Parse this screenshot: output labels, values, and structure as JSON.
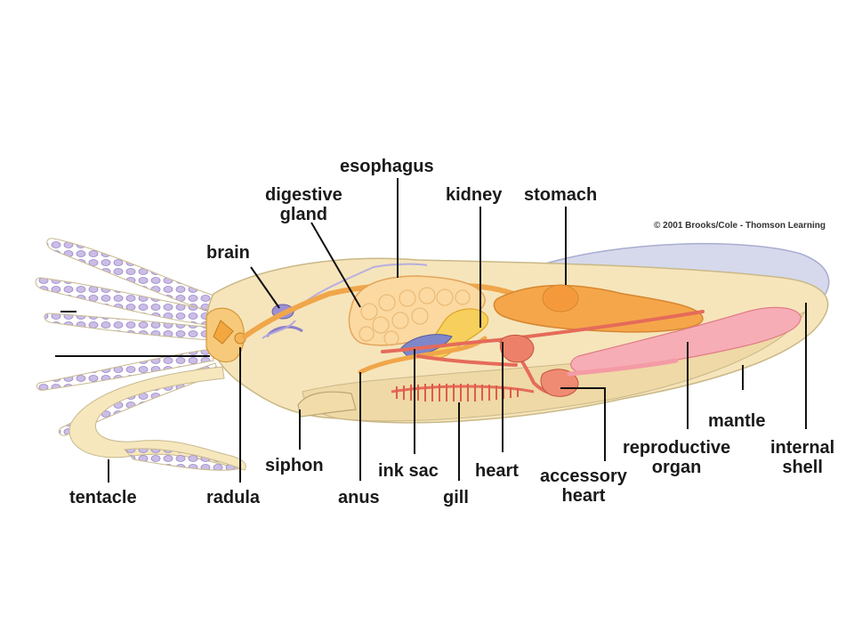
{
  "copyright": "© 2001 Brooks/Cole - Thomson Learning",
  "labels": {
    "esophagus": "esophagus",
    "digestive_gland": [
      "digestive",
      "gland"
    ],
    "kidney": "kidney",
    "stomach": "stomach",
    "brain": "brain",
    "tentacle": "tentacle",
    "radula": "radula",
    "siphon": "siphon",
    "anus": "anus",
    "ink_sac": "ink sac",
    "gill": "gill",
    "heart": "heart",
    "accessory_heart": [
      "accessory",
      "heart"
    ],
    "reproductive_organ": [
      "reproductive",
      "organ"
    ],
    "mantle": "mantle",
    "internal_shell": [
      "internal",
      "shell"
    ]
  },
  "colors": {
    "body": "#f5e4b8",
    "tentacle_sucker": "#b9a9d9",
    "digestive": "#f4b35a",
    "esophagus": "#f0a64a",
    "reproductive": "#f4a6ad",
    "vessels": "#e56b5a",
    "ink_sac": "#7f86c9",
    "shell": "#c9cde6",
    "brain": "#9b8fd0"
  }
}
